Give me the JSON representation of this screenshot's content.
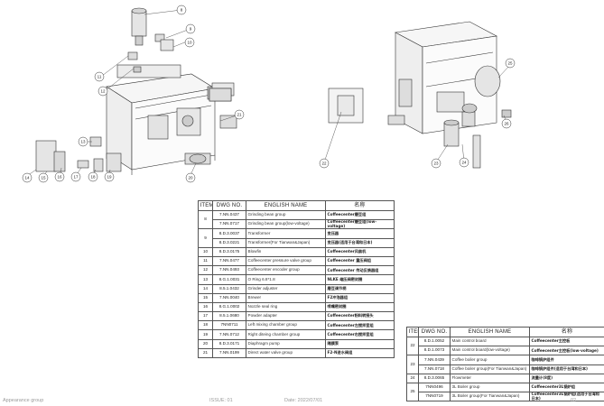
{
  "footer": {
    "title": "Appearance group",
    "issue": "ISSUE: 01",
    "date": "Date: 2022/07/01",
    "page": "02"
  },
  "bubbles": [
    "8",
    "9",
    "10",
    "11",
    "12",
    "13",
    "14",
    "15",
    "16",
    "17",
    "18",
    "19",
    "20",
    "21",
    "22",
    "23",
    "24",
    "25",
    "26"
  ],
  "table_left": {
    "headers": [
      "ITEM",
      "DWG NO.",
      "ENGLISH NAME",
      "名称"
    ],
    "rows": [
      {
        "item": "8",
        "dwg": "7.NN.0437",
        "en": "Grinding bean group",
        "cn": "Coffeecenter磨豆组"
      },
      {
        "item": "",
        "dwg": "7.NN.0717",
        "en": "Grinding bean group(low-voltage)",
        "cn": "Coffeecenter磨豆组(low-voltage)"
      },
      {
        "item": "9",
        "dwg": "8.D.3.0037",
        "en": "Transformer",
        "cn": "变压器"
      },
      {
        "item": "",
        "dwg": "8.D.3.0221",
        "en": "Transformer(For Tianwan&Japan)",
        "cn": "变压器(适用于台湾和日本)"
      },
      {
        "item": "10",
        "dwg": "8.D.3.0175",
        "en": "Blowfin",
        "cn": "Coffeecenter风扇机"
      },
      {
        "item": "11",
        "dwg": "7.NN.0477",
        "en": "Coffeecenter pressure valve group",
        "cn": "Coffeecenter 重压阀组"
      },
      {
        "item": "12",
        "dwg": "7.NN.0493",
        "en": "Coffeecenter encoder group",
        "cn": "Coffeecenter 传动反馈器组"
      },
      {
        "item": "13",
        "dwg": "8.G.1.0031",
        "en": "O Ring 6.8*1.8",
        "cn": "NLKE 缩压阀密封圈"
      },
      {
        "item": "14",
        "dwg": "8.5.1.0432",
        "en": "Grinder adjuster",
        "cn": "磨豆调节柄"
      },
      {
        "item": "15",
        "dwg": "7.NN.0040",
        "en": "Brewer",
        "cn": "F2冲泡器组"
      },
      {
        "item": "16",
        "dwg": "8.G.1.0002",
        "en": "Nozzle seal ring",
        "cn": "喷嘴密封圈"
      },
      {
        "item": "17",
        "dwg": "8.5.1.0680",
        "en": "Powder adapter",
        "cn": "Coffeecenter粉料转接头"
      },
      {
        "item": "18",
        "dwg": "7NN0711",
        "en": "Left mixing chamber group",
        "cn": "Coffeecenter左搅拌室组"
      },
      {
        "item": "19",
        "dwg": "7.NN.0712",
        "en": "Right diteing chamber group",
        "cn": "Coffeecenter右搅拌室组"
      },
      {
        "item": "20",
        "dwg": "8.D.3.0171",
        "en": "Diaphragm pump",
        "cn": "隔膜泵"
      },
      {
        "item": "21",
        "dwg": "7.NN.0199",
        "en": "Direct water valve group",
        "cn": "F2-N进水阀组"
      }
    ]
  },
  "table_right": {
    "headers": [
      "ITEM",
      "DWG NO.",
      "ENGLISH NAME",
      "名称"
    ],
    "rows": [
      {
        "item": "22",
        "dwg": "8.D.1.0052",
        "en": "Main control board",
        "cn": "Coffeecenter主控板"
      },
      {
        "item": "",
        "dwg": "8.D.1.0073",
        "en": "Main control board(low-voltage)",
        "cn": "Coffeecenter主控板(low-voltage)"
      },
      {
        "item": "23",
        "dwg": "7.NN.0439",
        "en": "Coffee boiler group",
        "cn": "咖啡锅炉组件"
      },
      {
        "item": "",
        "dwg": "7.NN.0718",
        "en": "Coffee boiler group(For Tianwan&Japan)",
        "cn": "咖啡锅炉组件(适用于台湾和日本)"
      },
      {
        "item": "24",
        "dwg": "8.D.3.0065",
        "en": "Flowmeter",
        "cn": "流量计(8度)"
      },
      {
        "item": "25",
        "dwg": "7NN0496",
        "en": "3L Boiler group",
        "cn": "Coffeecenter3L锅炉组"
      },
      {
        "item": "",
        "dwg": "7NN0719",
        "en": "3L Boiler group(For Tianwan&Japan)",
        "cn": "Coffeecenter3L锅炉组(适用于台湾和日本)"
      }
    ]
  }
}
